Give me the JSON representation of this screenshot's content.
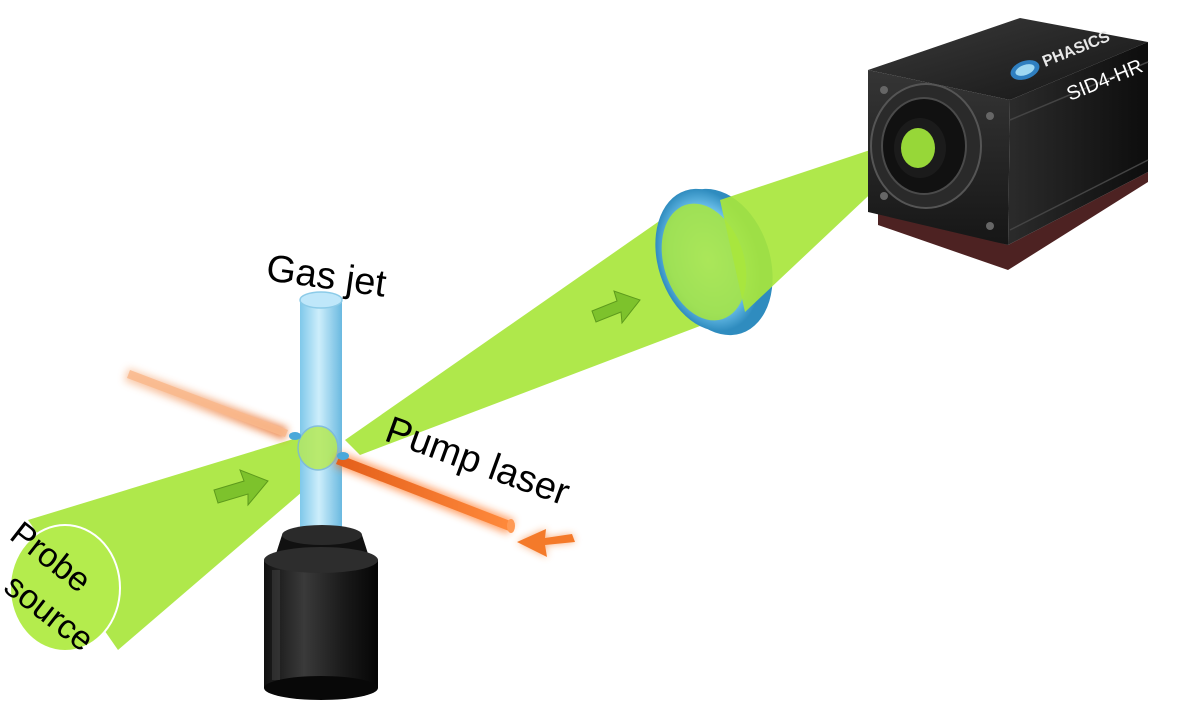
{
  "labels": {
    "gas_jet": "Gas jet",
    "pump_laser": "Pump laser",
    "probe_source_line1": "Probe",
    "probe_source_line2": "source",
    "camera_model": "SID4-HR",
    "camera_brand": "PHASICS"
  },
  "colors": {
    "probe_beam": "#a8e63c",
    "pump_laser": "#f47a2a",
    "gas_jet": "#9fd8f2",
    "lens": "#5ab5dd",
    "camera_body": "#1c1c1c",
    "nozzle": "#1e1e1e"
  },
  "icons": {
    "probe_arrow_1": "beam-direction-arrow",
    "probe_arrow_2": "beam-direction-arrow",
    "pump_arrow": "pump-direction-arrow",
    "camera_logo": "phasics-logo-icon"
  }
}
